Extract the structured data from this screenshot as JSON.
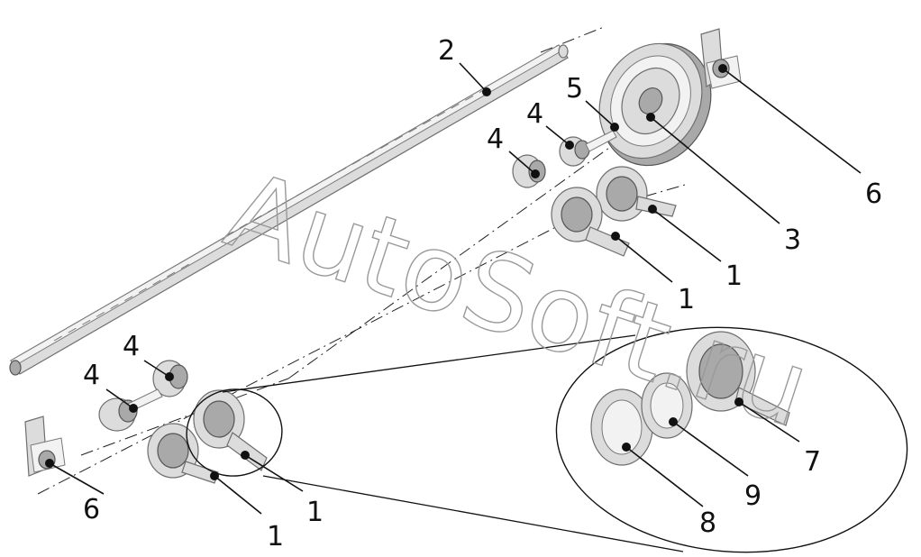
{
  "watermark": "AutoSoft.ru",
  "callouts": {
    "c1a": "1",
    "c1b": "1",
    "c1c": "1",
    "c1d": "1",
    "c2": "2",
    "c3": "3",
    "c4a": "4",
    "c4b": "4",
    "c4c": "4",
    "c4d": "4",
    "c5": "5",
    "c6a": "6",
    "c6b": "6",
    "c7": "7",
    "c8": "8",
    "c9": "9"
  },
  "colors": {
    "part": "#dcdcdc",
    "ink": "#111111"
  }
}
